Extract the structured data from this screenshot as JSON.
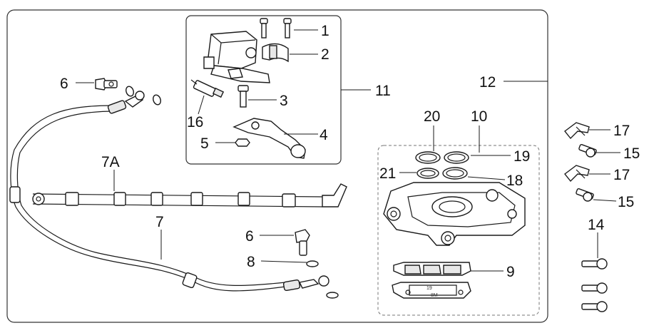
{
  "callouts": {
    "c1": "1",
    "c2": "2",
    "c3": "3",
    "c4": "4",
    "c5": "5",
    "c16": "16",
    "c11": "11",
    "c6_top": "6",
    "c6_bottom": "6",
    "c7A": "7A",
    "c7": "7",
    "c8": "8",
    "c12": "12",
    "c10": "10",
    "c20": "20",
    "c19": "19",
    "c21": "21",
    "c18": "18",
    "c9": "9",
    "c17_top": "17",
    "c15_top": "15",
    "c17_bottom": "17",
    "c15_bottom": "15",
    "c14": "14"
  },
  "pad_stamp": {
    "line1": "19",
    "line2": "8M"
  }
}
